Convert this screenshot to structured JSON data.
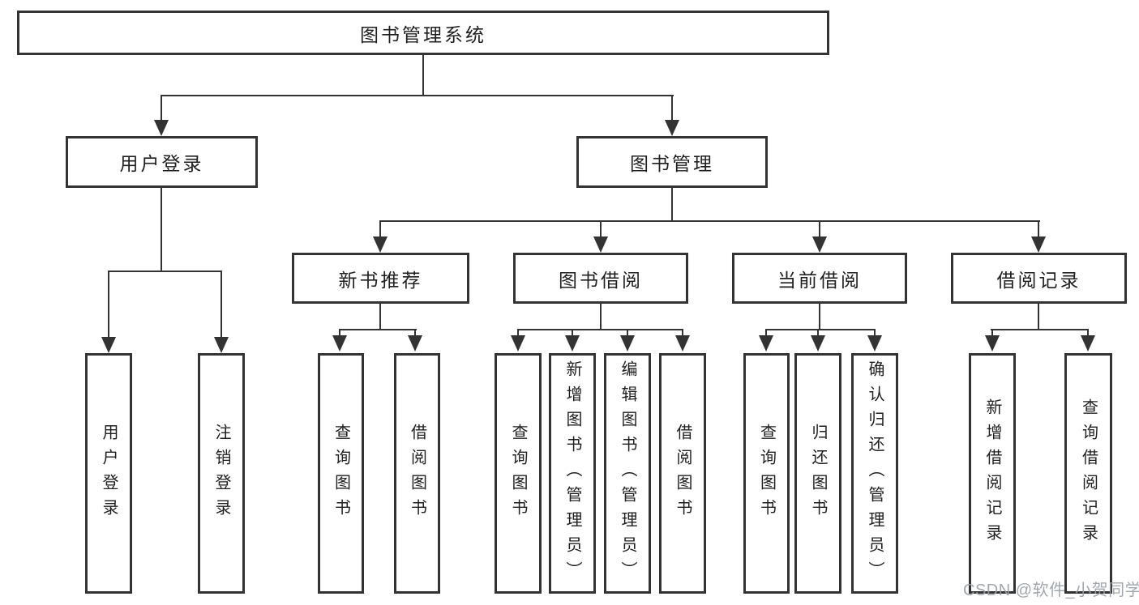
{
  "diagram_title": "图书管理系统",
  "watermark": "CSDN @软件_小贺同学",
  "colors": {
    "line": "#333333",
    "text": "#1f1f1f",
    "background": "#ffffff",
    "watermark": "#9aa0a8"
  },
  "nodes": {
    "root": {
      "label": "图书管理系统"
    },
    "user_login": {
      "label": "用户登录"
    },
    "book_mgmt": {
      "label": "图书管理"
    },
    "new_book_rec": {
      "label": "新书推荐"
    },
    "book_borrow": {
      "label": "图书借阅"
    },
    "current_borrow": {
      "label": "当前借阅"
    },
    "borrow_record": {
      "label": "借阅记录"
    },
    "leaf_login": {
      "label": "用户登录"
    },
    "leaf_logout": {
      "label": "注销登录"
    },
    "leaf_nbr_query": {
      "label": "查询图书"
    },
    "leaf_nbr_borrow": {
      "label": "借阅图书"
    },
    "leaf_bb_query": {
      "label": "查询图书"
    },
    "leaf_bb_add": {
      "label": "新增图书（管理员）"
    },
    "leaf_bb_edit": {
      "label": "编辑图书（管理员）"
    },
    "leaf_bb_borrow": {
      "label": "借阅图书"
    },
    "leaf_cb_query": {
      "label": "查询图书"
    },
    "leaf_cb_return": {
      "label": "归还图书"
    },
    "leaf_cb_confirm": {
      "label": "确认归还（管理员）"
    },
    "leaf_br_add": {
      "label": "新增借阅记录"
    },
    "leaf_br_query": {
      "label": "查询借阅记录"
    }
  },
  "hierarchy": {
    "图书管理系统": [
      "用户登录",
      "图书管理"
    ],
    "用户登录": [
      "用户登录",
      "注销登录"
    ],
    "图书管理": [
      "新书推荐",
      "图书借阅",
      "当前借阅",
      "借阅记录"
    ],
    "新书推荐": [
      "查询图书",
      "借阅图书"
    ],
    "图书借阅": [
      "查询图书",
      "新增图书（管理员）",
      "编辑图书（管理员）",
      "借阅图书"
    ],
    "当前借阅": [
      "查询图书",
      "归还图书",
      "确认归还（管理员）"
    ],
    "借阅记录": [
      "新增借阅记录",
      "查询借阅记录"
    ]
  }
}
